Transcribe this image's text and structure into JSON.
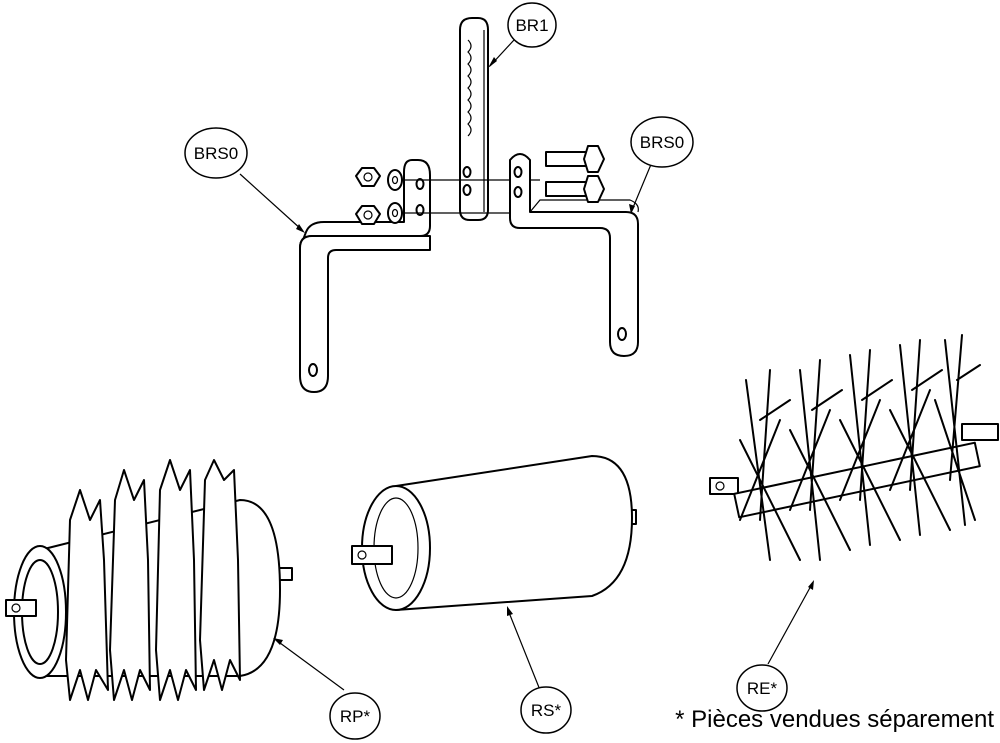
{
  "labels": {
    "br1": "BR1",
    "brs0_left": "BRS0",
    "brs0_right": "BRS0",
    "rp": "RP*",
    "rs": "RS*",
    "re": "RE*"
  },
  "footnote": "* Pièces vendues séparement"
}
